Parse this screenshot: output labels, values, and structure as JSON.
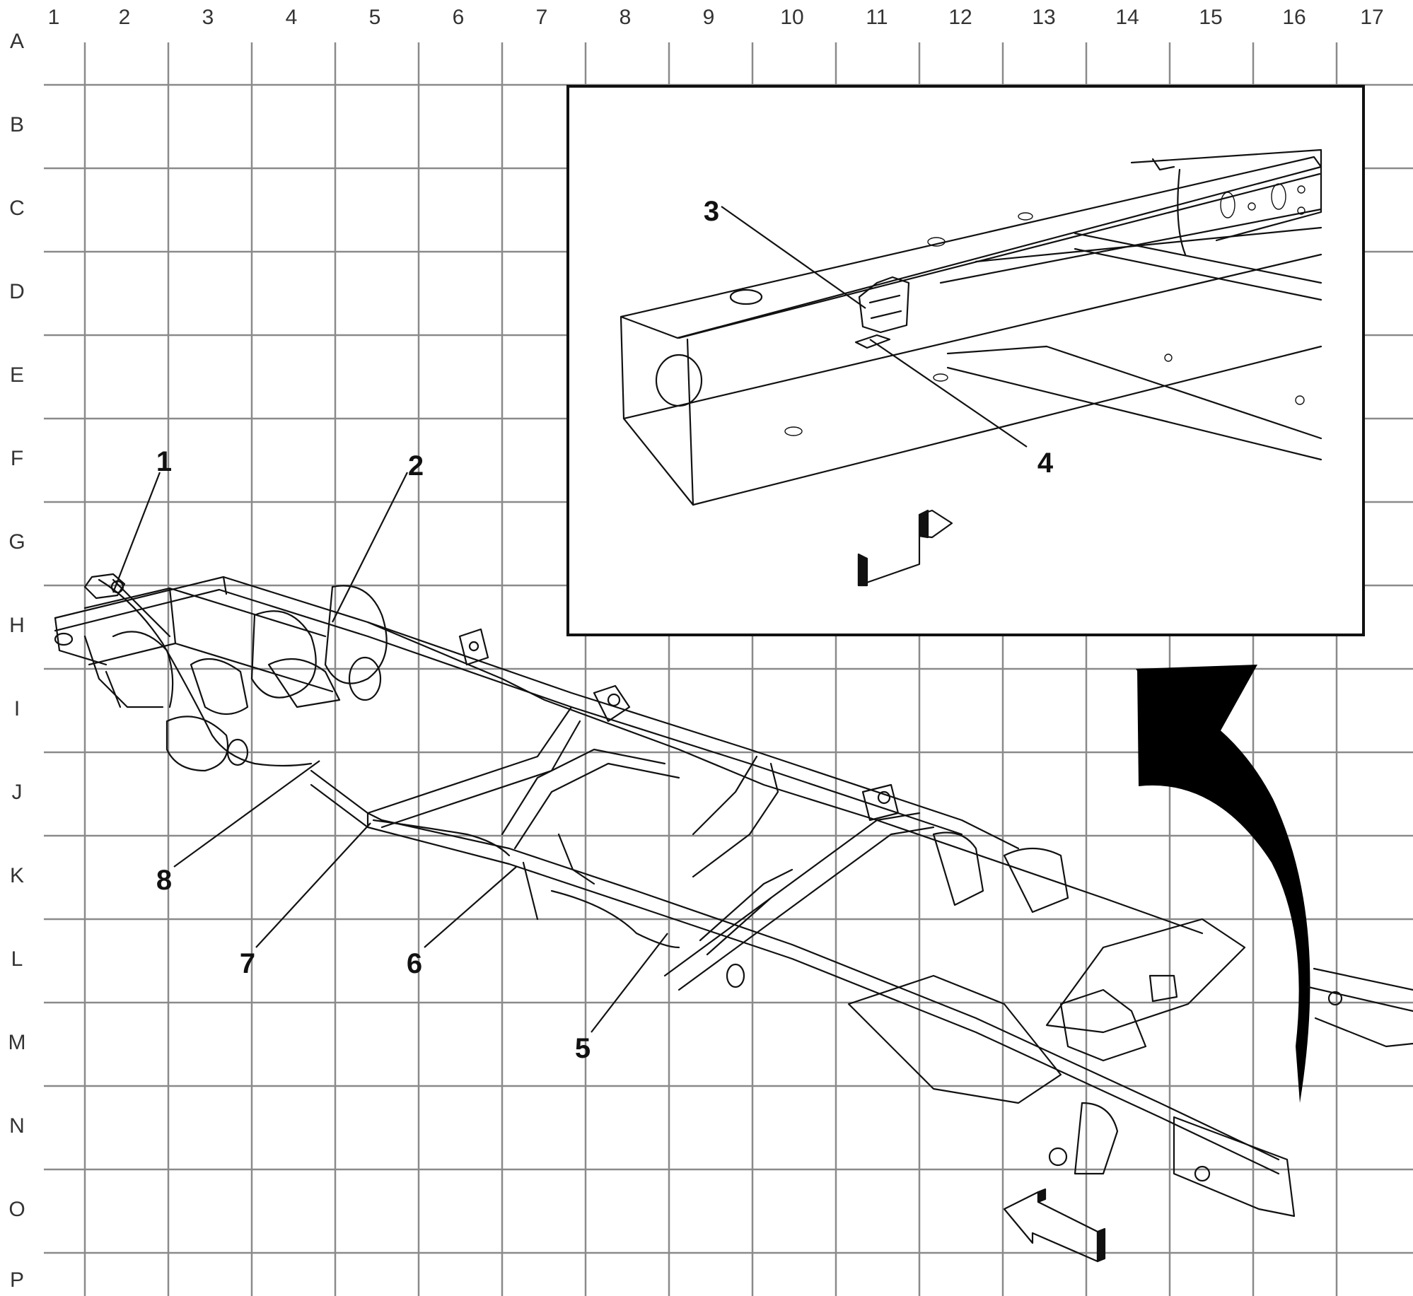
{
  "grid": {
    "columns": [
      "1",
      "2",
      "3",
      "4",
      "5",
      "6",
      "7",
      "8",
      "9",
      "10",
      "11",
      "12",
      "13",
      "14",
      "15",
      "16",
      "17"
    ],
    "rows": [
      "A",
      "B",
      "C",
      "D",
      "E",
      "F",
      "G",
      "H",
      "I",
      "J",
      "K",
      "L",
      "M",
      "N",
      "O",
      "P"
    ]
  },
  "callouts": [
    "1",
    "2",
    "3",
    "4",
    "5",
    "6",
    "7",
    "8"
  ]
}
